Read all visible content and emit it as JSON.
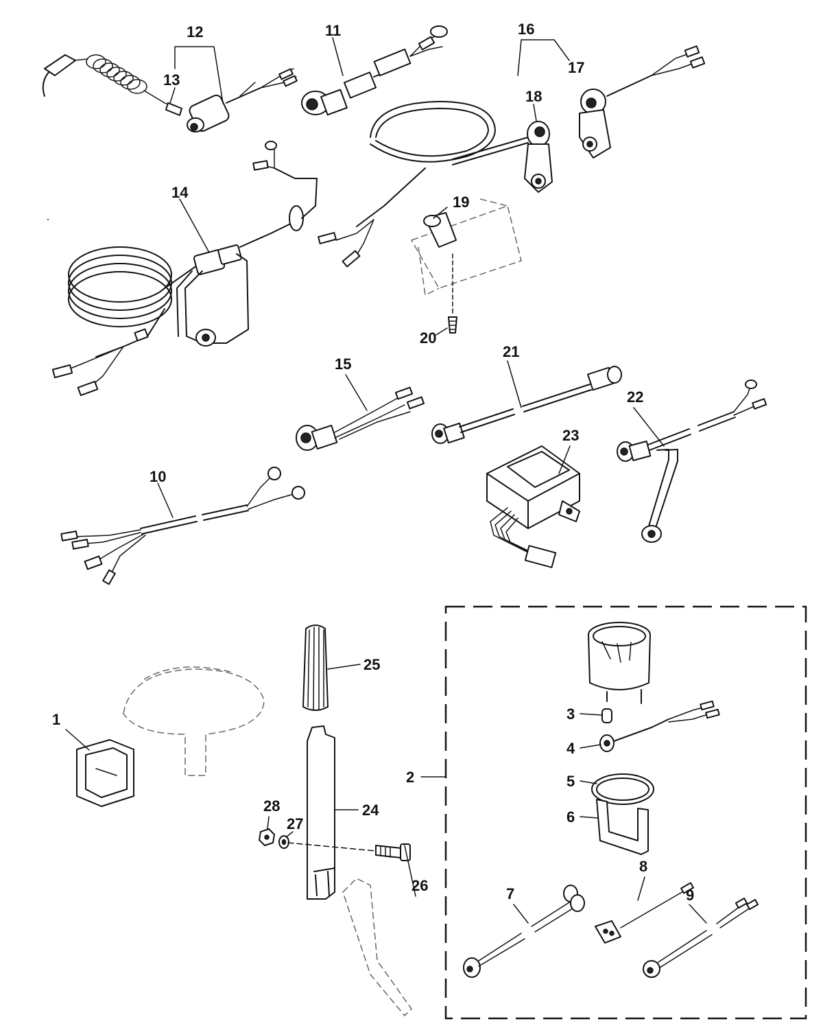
{
  "diagram": {
    "callouts": [
      "1",
      "2",
      "3",
      "4",
      "5",
      "6",
      "7",
      "8",
      "9",
      "10",
      "11",
      "12",
      "13",
      "14",
      "15",
      "16",
      "17",
      "18",
      "19",
      "20",
      "21",
      "22",
      "23",
      "24",
      "25",
      "26",
      "27",
      "28"
    ]
  }
}
